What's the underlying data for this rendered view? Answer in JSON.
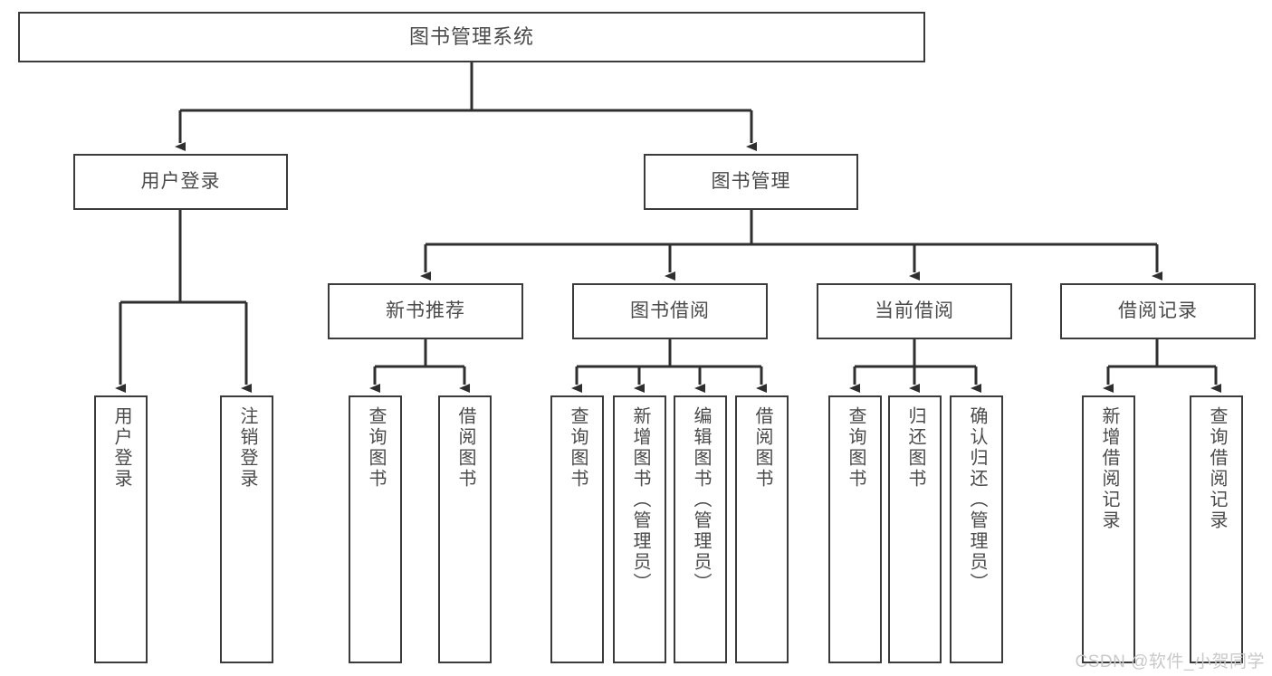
{
  "diagram": {
    "title": "图书管理系统",
    "watermark": "CSDN @软件_小贺同学",
    "colors": {
      "box_border": "#3b3b3b",
      "box_fill": "#ffffff",
      "text": "#4a4a4a",
      "connector": "#2f2f2f",
      "watermark": "#c9c9c9",
      "background": "#ffffff"
    },
    "nodes": {
      "root": {
        "label": "图书管理系统"
      },
      "level2": [
        {
          "label": "用户登录"
        },
        {
          "label": "图书管理"
        }
      ],
      "level3": [
        {
          "label": "新书推荐"
        },
        {
          "label": "图书借阅"
        },
        {
          "label": "当前借阅"
        },
        {
          "label": "借阅记录"
        }
      ],
      "leaves": {
        "user_login": [
          {
            "label": "用户登录"
          },
          {
            "label": "注销登录"
          }
        ],
        "new_book_recommend": [
          {
            "label": "查询图书"
          },
          {
            "label": "借阅图书"
          }
        ],
        "book_borrow": [
          {
            "label": "查询图书"
          },
          {
            "label": "新增图书（管理员）"
          },
          {
            "label": "编辑图书（管理员）"
          },
          {
            "label": "借阅图书"
          }
        ],
        "current_borrow": [
          {
            "label": "查询图书"
          },
          {
            "label": "归还图书"
          },
          {
            "label": "确认归还（管理员）"
          }
        ],
        "borrow_record": [
          {
            "label": "新增借阅记录"
          },
          {
            "label": "查询借阅记录"
          }
        ]
      }
    }
  }
}
